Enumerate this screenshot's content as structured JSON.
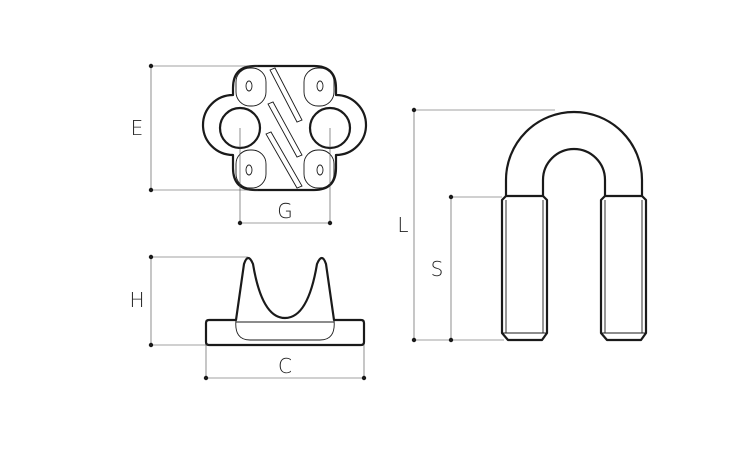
{
  "diagram": {
    "labels": {
      "E": "E",
      "G": "G",
      "H": "H",
      "C": "C",
      "L": "L",
      "S": "S"
    },
    "colors": {
      "line": "#1a1a1a",
      "background": "#ffffff"
    }
  }
}
